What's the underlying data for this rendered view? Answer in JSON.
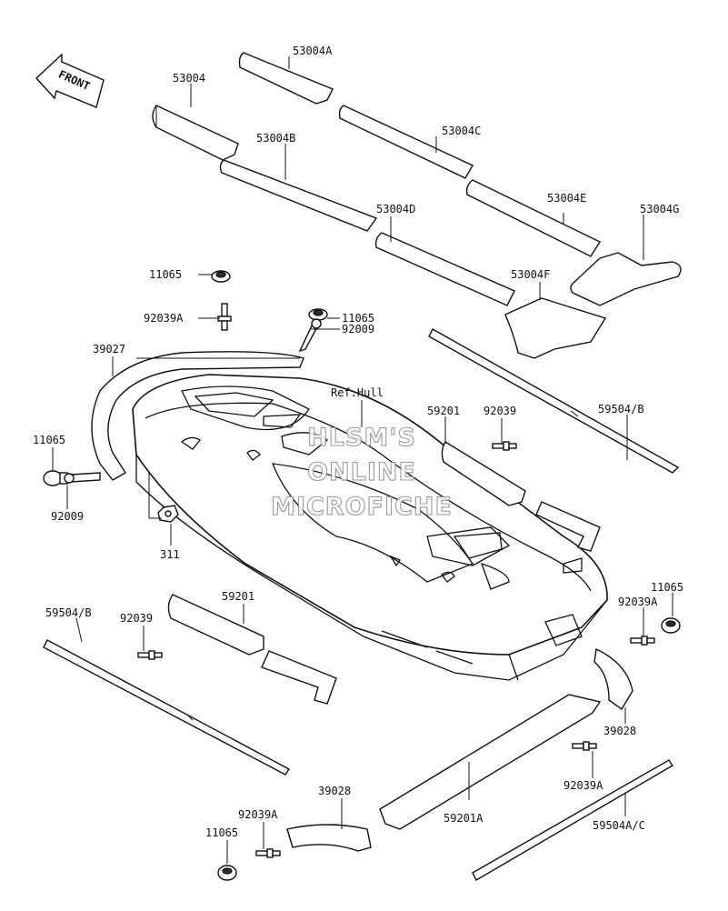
{
  "diagram": {
    "direction_label": "FRONT",
    "reference_label": "Ref.Hull",
    "watermark": [
      "HLSM'S",
      "ONLINE",
      "MICROFICHE"
    ],
    "parts": {
      "p53004": "53004",
      "p53004A": "53004A",
      "p53004B": "53004B",
      "p53004C": "53004C",
      "p53004D": "53004D",
      "p53004E": "53004E",
      "p53004F": "53004F",
      "p53004G": "53004G",
      "p11065_top": "11065",
      "p92039A_top": "92039A",
      "p11065_mid": "11065",
      "p92009_mid": "92009",
      "p39027": "39027",
      "p11065_left": "11065",
      "p92009_left": "92009",
      "p311": "311",
      "p59201_right": "59201",
      "p92039_right": "92039",
      "p59504B_right": "59504/B",
      "p59504B_left": "59504/B",
      "p92039_left": "92039",
      "p59201_left": "59201",
      "p11065_right": "11065",
      "p92039A_right": "92039A",
      "p39028_right": "39028",
      "p92039A_lowright": "92039A",
      "p59201A": "59201A",
      "p59504AC": "59504A/C",
      "p39028_bottom": "39028",
      "p92039A_bottom": "92039A",
      "p11065_bottom": "11065"
    }
  }
}
